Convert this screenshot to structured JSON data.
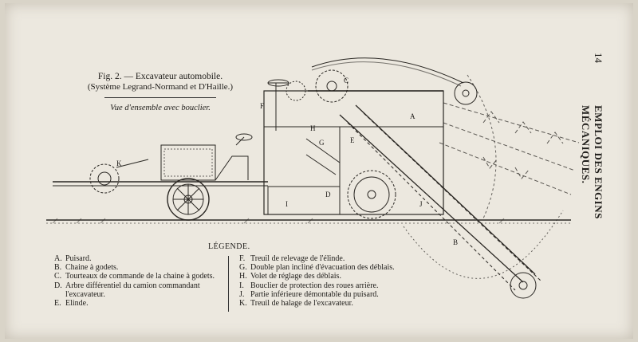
{
  "page": {
    "number": "14",
    "side_title": "EMPLOI DES ENGINS MÉCANIQUES."
  },
  "figure": {
    "caption_line1": "Fig. 2. — Excavateur automobile.",
    "caption_line2": "(Système Legrand-Normand et D'Haille.)",
    "subcaption": "Vue d'ensemble avec bouclier.",
    "labels": [
      "A",
      "B",
      "C",
      "D",
      "E",
      "F",
      "G",
      "H",
      "I",
      "J",
      "K"
    ]
  },
  "legend": {
    "title": "LÉGENDE.",
    "left": [
      {
        "key": "A.",
        "text": "Puisard."
      },
      {
        "key": "B.",
        "text": "Chaine à godets."
      },
      {
        "key": "C.",
        "text": "Tourteaux de commande de la chaine à godets."
      },
      {
        "key": "D.",
        "text": "Arbre différentiel du camion commandant l'excavateur."
      },
      {
        "key": "E.",
        "text": "Elinde."
      }
    ],
    "right": [
      {
        "key": "F.",
        "text": "Treuil de relevage de l'élinde."
      },
      {
        "key": "G.",
        "text": "Double plan incliné d'évacuation des déblais."
      },
      {
        "key": "H.",
        "text": "Volet de réglage des déblais."
      },
      {
        "key": "I.",
        "text": "Bouclier de protection des roues arrière."
      },
      {
        "key": "J.",
        "text": "Partie inférieure démontable du puisard."
      },
      {
        "key": "K.",
        "text": "Treuil de halage de l'excavateur."
      }
    ]
  }
}
